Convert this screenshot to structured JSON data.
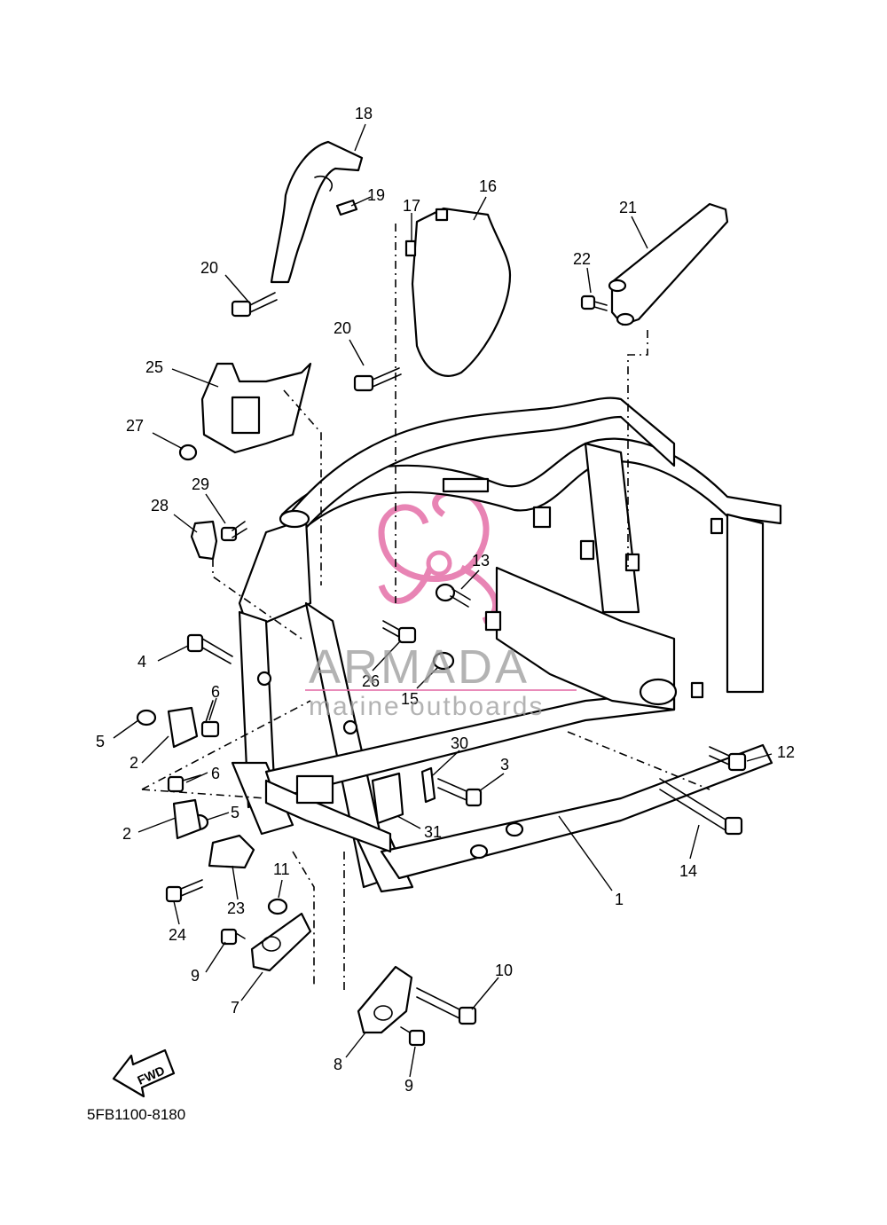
{
  "diagram": {
    "part_code": "5FB1100-8180",
    "forward_label": "FWD",
    "watermark": {
      "brand": "ARMADA",
      "tagline": "marine outboards",
      "color": "#e46fa8",
      "text_color": "#9a9a9a"
    },
    "callouts": [
      "1",
      "2",
      "2",
      "3",
      "4",
      "5",
      "5",
      "6",
      "6",
      "7",
      "8",
      "9",
      "9",
      "10",
      "11",
      "12",
      "13",
      "14",
      "15",
      "16",
      "17",
      "18",
      "19",
      "20",
      "20",
      "21",
      "22",
      "23",
      "24",
      "25",
      "26",
      "27",
      "28",
      "29",
      "30",
      "31"
    ]
  }
}
